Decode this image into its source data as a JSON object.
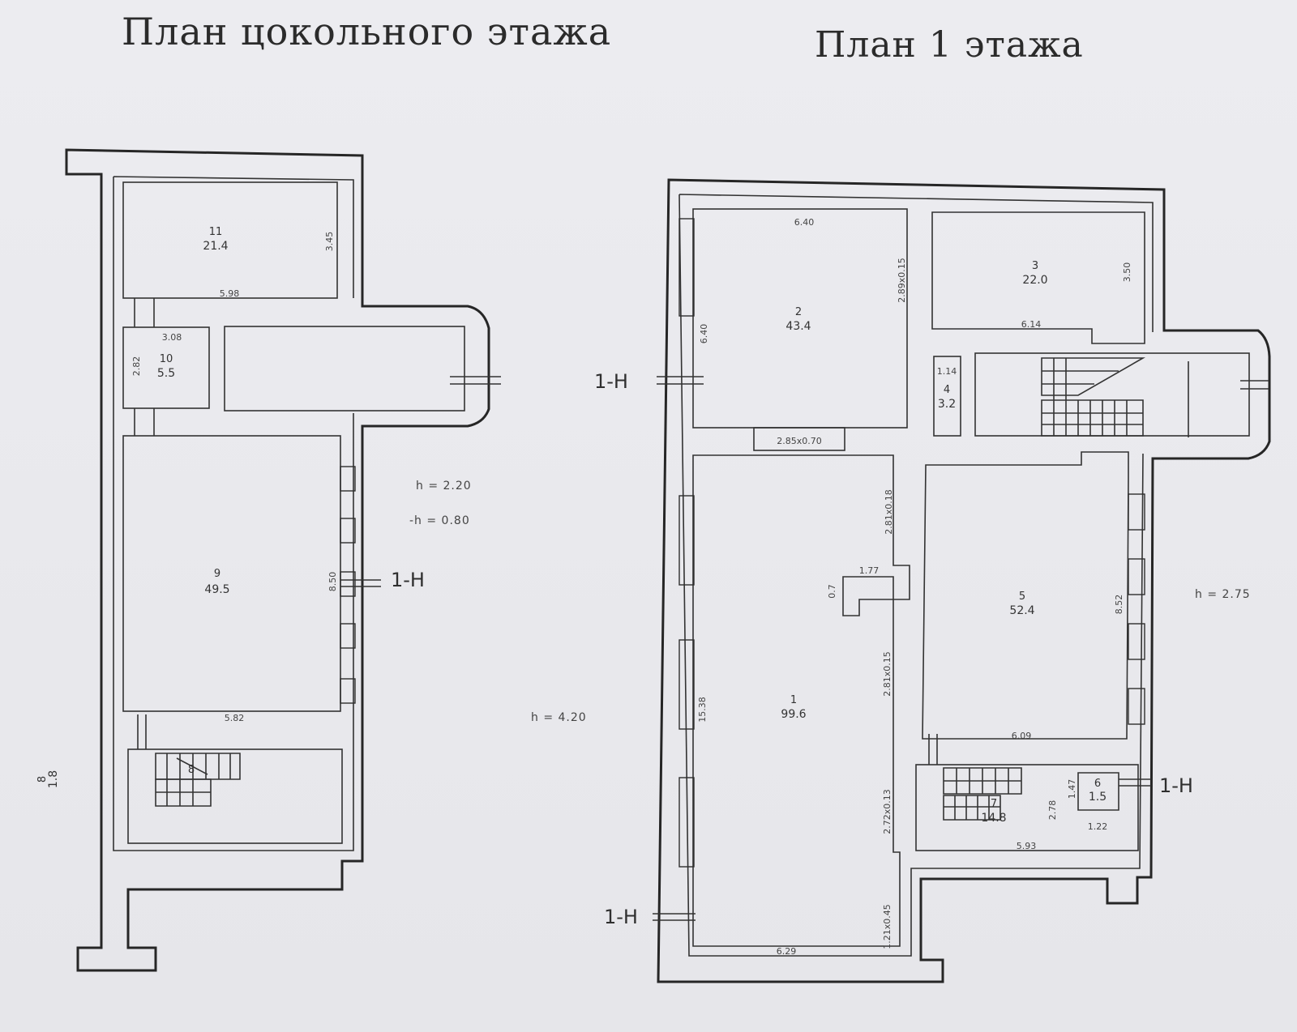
{
  "titles": {
    "left": "План цокольного этажа",
    "right": "План 1 этажа"
  },
  "markers": {
    "section": "1-Н"
  },
  "basement": {
    "heights": [
      "h = 2.20",
      "-h = 0.80"
    ],
    "rooms": [
      {
        "num": "11",
        "area": "21.4"
      },
      {
        "num": "10",
        "area": "5.5"
      },
      {
        "num": "9",
        "area": "49.5"
      },
      {
        "num": "8",
        "area": "1.8"
      },
      {
        "num": "8",
        "area": ""
      }
    ],
    "dims": [
      "3.45",
      "5.98",
      "3.08",
      "2.82",
      "8.50",
      "5.82"
    ]
  },
  "ground": {
    "heights": [
      "h = 4.20",
      "h = 2.75"
    ],
    "rooms": [
      {
        "num": "2",
        "area": "43.4"
      },
      {
        "num": "3",
        "area": "22.0"
      },
      {
        "num": "4",
        "area": "3.2"
      },
      {
        "num": "1",
        "area": "99.6"
      },
      {
        "num": "5",
        "area": "52.4"
      },
      {
        "num": "7",
        "area": "14.8"
      },
      {
        "num": "6",
        "area": "1.5"
      }
    ],
    "dims": [
      "6.40",
      "2.89x0.15",
      "3.50",
      "6.14",
      "6.40",
      "1.14",
      "2.85x0.70",
      "2.81x0.18",
      "1.77",
      "0.7",
      "8.52",
      "2.81x0.15",
      "15.38",
      "6.09",
      "1.47",
      "2.78",
      "1.22",
      "2.72x0.13",
      "5.93",
      "1.21x0.45",
      "6.29"
    ]
  }
}
